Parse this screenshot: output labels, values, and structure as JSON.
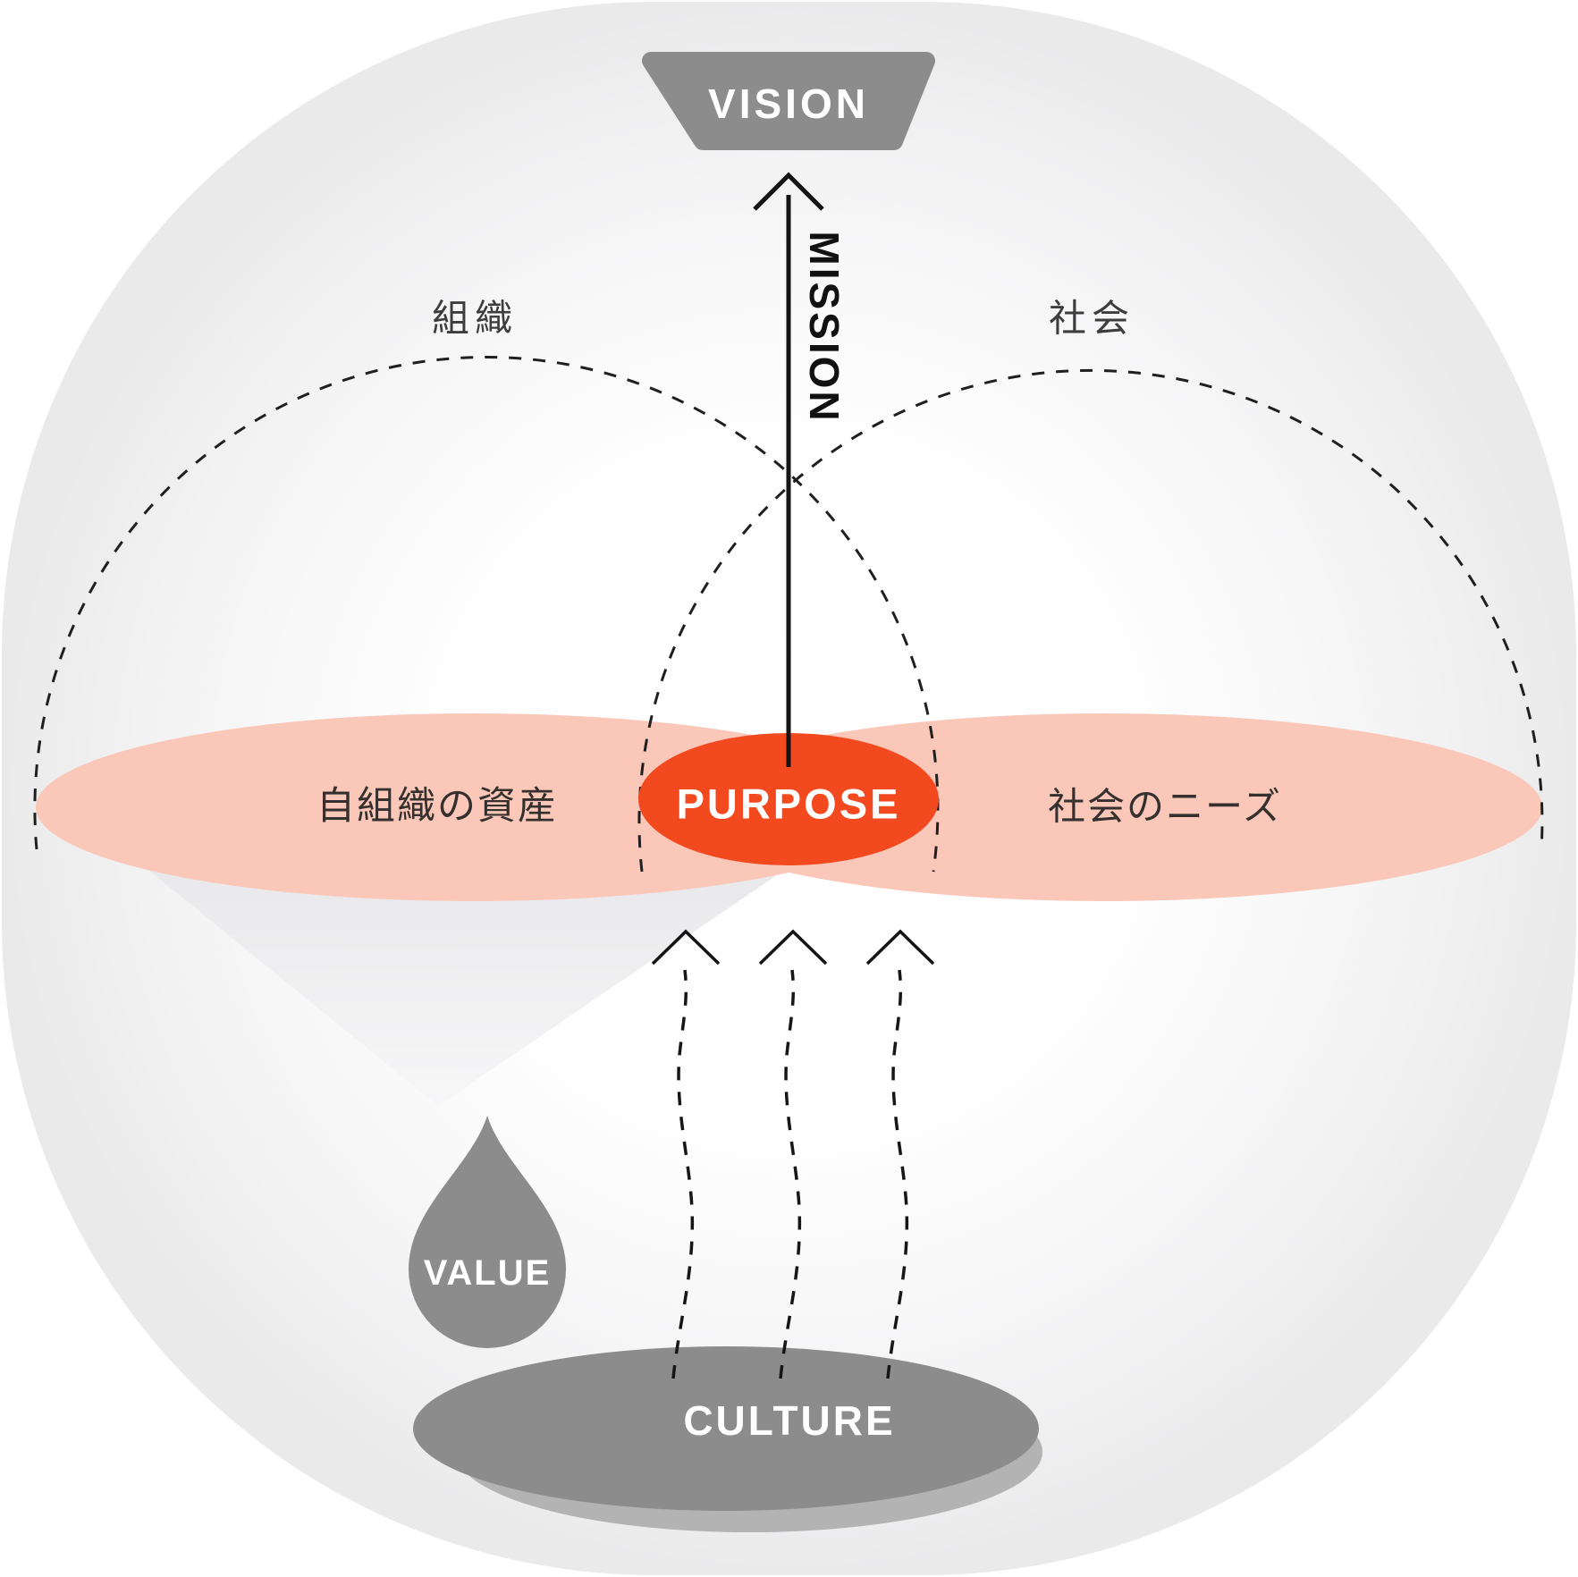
{
  "nodes": {
    "vision": "VISION",
    "mission": "MISSION",
    "purpose": "PURPOSE",
    "value": "VALUE",
    "culture": "CULTURE"
  },
  "dashed_circles": {
    "left_label": "組織",
    "right_label": "社会"
  },
  "bands": {
    "left_label": "自組織の資産",
    "right_label": "社会のニーズ"
  },
  "colors": {
    "node_gray": "#8C8C8C",
    "culture_shadow_gray": "#B3B3B3",
    "purpose_orange": "#F3491E",
    "band_pink": "#FAC7B9",
    "line_ink": "#1C1C1C",
    "circle_label_gray": "#3D3D3D",
    "band_label_dark": "#35302E"
  }
}
